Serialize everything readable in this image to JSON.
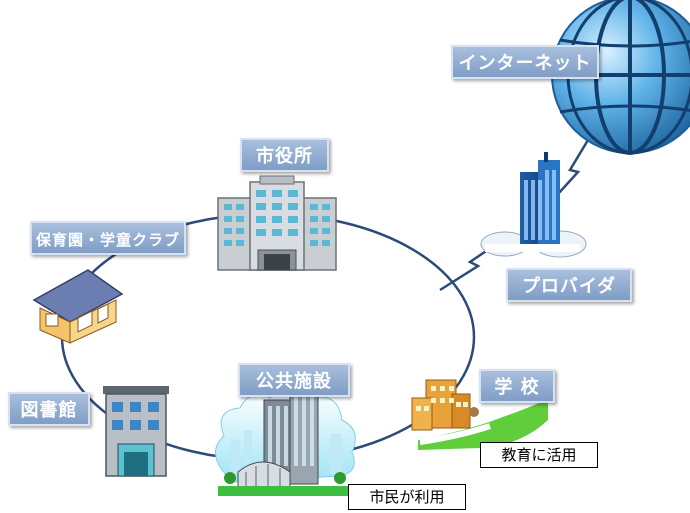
{
  "nodes": {
    "internet": "インターネット",
    "city_hall": "市役所",
    "nursery": "保育園・学童クラブ",
    "provider": "プロバイダ",
    "public_facility": "公共施設",
    "school": "学 校",
    "library": "図書館"
  },
  "notes": {
    "education": "教育に活用",
    "citizens": "市民が利用"
  },
  "colors": {
    "label_fill": "#8fa9cf",
    "ring_line": "#2e4a7a",
    "globe": "#2f8fd0"
  }
}
